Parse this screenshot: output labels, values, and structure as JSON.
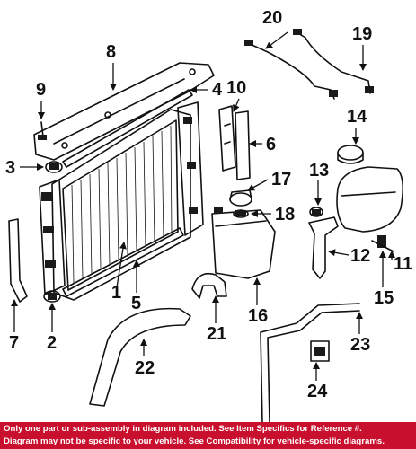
{
  "diagram": {
    "callouts": {
      "c1": "1",
      "c2": "2",
      "c3": "3",
      "c4": "4",
      "c5": "5",
      "c6": "6",
      "c7": "7",
      "c8": "8",
      "c9": "9",
      "c10": "10",
      "c11": "11",
      "c12": "12",
      "c13": "13",
      "c14": "14",
      "c15": "15",
      "c16": "16",
      "c17": "17",
      "c18": "18",
      "c19": "19",
      "c20": "20",
      "c21": "21",
      "c22": "22",
      "c23": "23",
      "c24": "24"
    }
  },
  "footer": {
    "line1": "Only one part or sub-assembly in diagram included. See Item Specifics for Reference #.",
    "line2": "Diagram may not be specific to your vehicle. See Compatibility for vehicle-specific diagrams.",
    "background_color": "#c8102e"
  }
}
